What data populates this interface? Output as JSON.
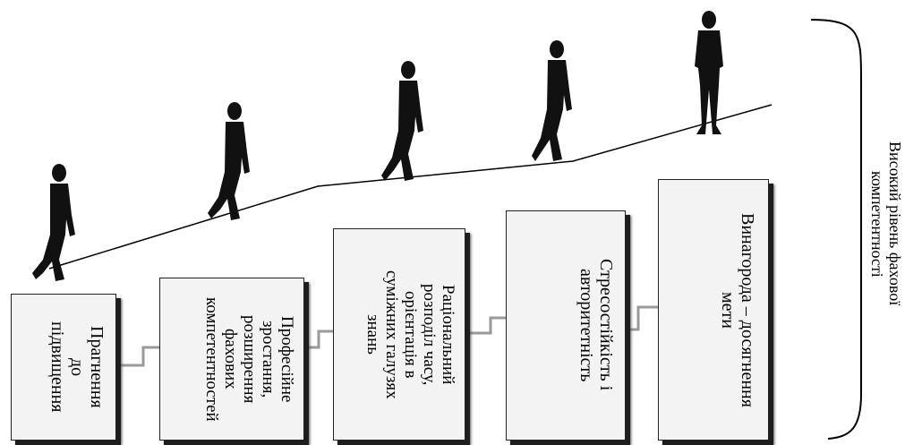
{
  "steps": [
    {
      "label": "Прагнення\nдо\nпідвищення"
    },
    {
      "label": "Професійне\nзростання,\nрозширення\nфахових\nкомпетентностей"
    },
    {
      "label": "Раціональний\nрозподіл часу,\nорієнтація в\nсуміжних галузях\nзнань"
    },
    {
      "label": "Стресостійкість і\nавторитетність"
    },
    {
      "label": "Винагорода – досягнення\nмети"
    }
  ],
  "goal_label": "Високий рівень фахової\nкомпетентності"
}
